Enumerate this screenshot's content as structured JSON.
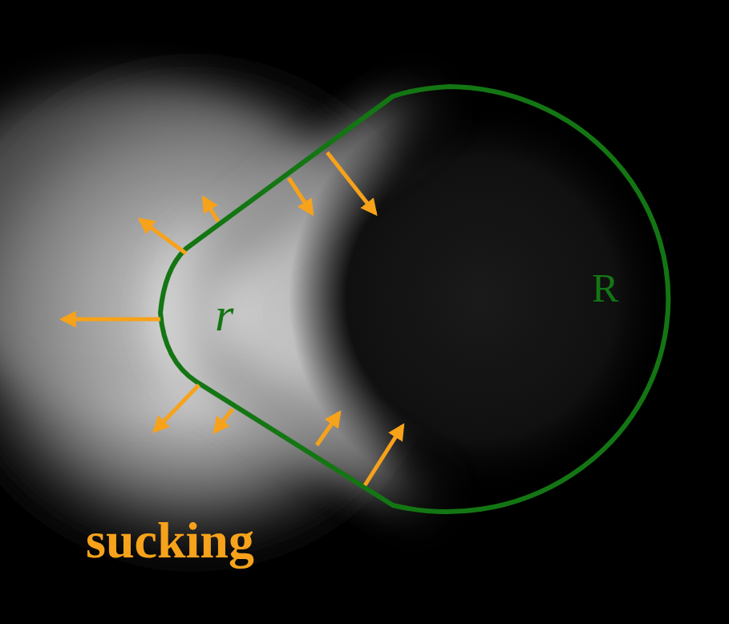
{
  "diagram": {
    "labels": [
      "R",
      "r",
      "sucking"
    ]
  }
}
